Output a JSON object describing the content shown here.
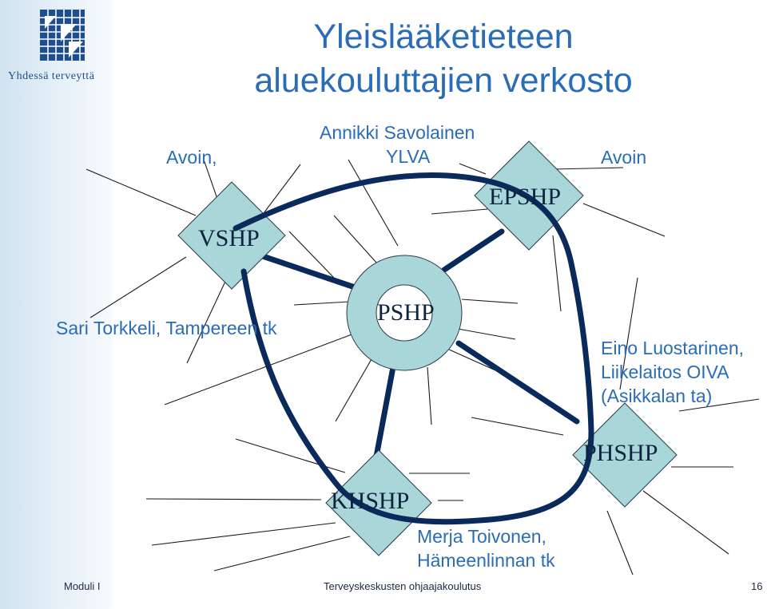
{
  "slide": {
    "logo": {
      "text": "Yhdessä terveyttä"
    },
    "title_line1": "Yleislääketieteen",
    "title_line2": "aluekouluttajien verkosto"
  },
  "nodes": {
    "vshp": "VSHP",
    "epshp": "EPSHP",
    "pshp": "PSHP",
    "khshp": "KHSHP",
    "phshp": "PHSHP"
  },
  "labels": {
    "avoin_left": "Avoin,",
    "annikki_1": "Annikki Savolainen",
    "annikki_2": "YLVA",
    "avoin_right": "Avoin",
    "sari": "Sari Torkkeli, Tampereen tk",
    "eino_1": "Eino Luostarinen,",
    "eino_2": "Liikelaitos OIVA",
    "eino_3": "(Asikkalan ta)",
    "merja_1": "Merja Toivonen,",
    "merja_2": "Hämeenlinnan tk"
  },
  "footer": {
    "left": "Moduli I",
    "center": "Terveyskeskusten ohjaajakoulutus",
    "page": "16"
  },
  "colors": {
    "title": "#2a6db6",
    "node_fill": "#a9d6d9",
    "connector": "#0b2a5c",
    "sidebar": "#d2e4f1"
  }
}
